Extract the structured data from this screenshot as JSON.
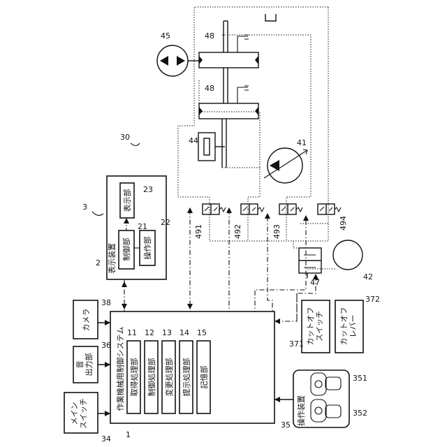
{
  "labels": {
    "main_switch": "メイン\nスイッチ",
    "sound_output": "音\n出力部",
    "camera": "カメラ",
    "control_system": "作業機械用制御システム",
    "acquisition": "取得処理部",
    "control_proc": "制御処理部",
    "change_proc": "変更処理部",
    "presentation_proc": "提示処理部",
    "storage": "記憶部",
    "display_device": "表示装置",
    "display_unit": "表示部",
    "control_unit": "制御部",
    "operation_unit": "操作部",
    "operation_device": "操作装置",
    "cutoff_switch": "カットオフ\nスイッチ",
    "cutoff_lever": "カットオフ\nレバー"
  },
  "refs": {
    "r1": "1",
    "r2": "2",
    "r3": "3",
    "r11": "11",
    "r12": "12",
    "r13": "13",
    "r14": "14",
    "r15": "15",
    "r21": "21",
    "r22": "22",
    "r23": "23",
    "r30": "30",
    "r34": "34",
    "r35": "35",
    "r36": "36",
    "r38": "38",
    "r41": "41",
    "r42": "42",
    "r44": "44",
    "r45": "45",
    "r47": "47",
    "r48a": "48",
    "r48b": "48",
    "r351": "351",
    "r352": "352",
    "r371": "371",
    "r372": "372",
    "r491": "491",
    "r492": "492",
    "r493": "493",
    "r494": "494"
  }
}
